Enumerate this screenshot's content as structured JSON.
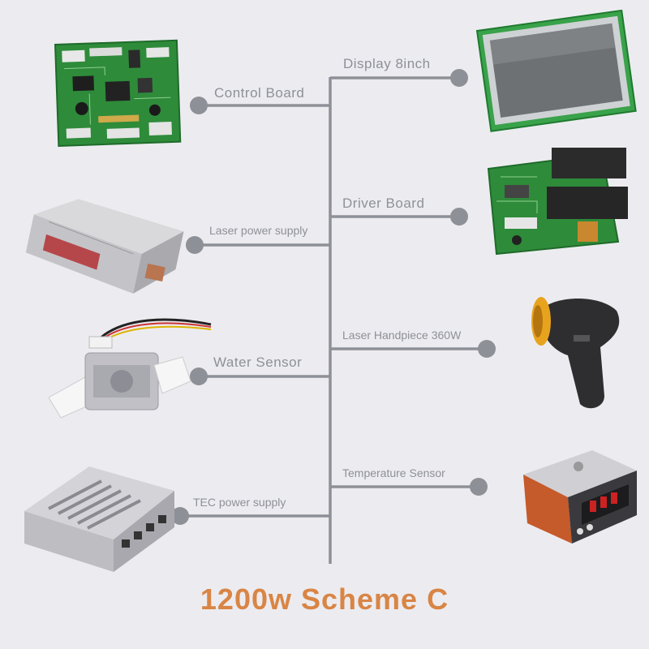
{
  "title": "1200w Scheme C",
  "components_left": [
    {
      "label": "Control Board",
      "icon": "control-board-pcb-icon"
    },
    {
      "label": "Laser power supply",
      "icon": "laser-power-supply-icon"
    },
    {
      "label": "Water Sensor",
      "icon": "water-flow-sensor-icon"
    },
    {
      "label": "TEC power supply",
      "icon": "tec-power-supply-icon"
    }
  ],
  "components_right": [
    {
      "label": "Display 8inch",
      "icon": "display-screen-icon"
    },
    {
      "label": "Driver Board",
      "icon": "driver-board-icon"
    },
    {
      "label": "Laser Handpiece 360W",
      "icon": "laser-handpiece-icon"
    },
    {
      "label": "Temperature Sensor",
      "icon": "temperature-controller-icon"
    }
  ],
  "colors": {
    "background": "#ececf0",
    "connector": "#8e9097",
    "title": "#d98545",
    "pcb_green": "#2e8b3a"
  }
}
